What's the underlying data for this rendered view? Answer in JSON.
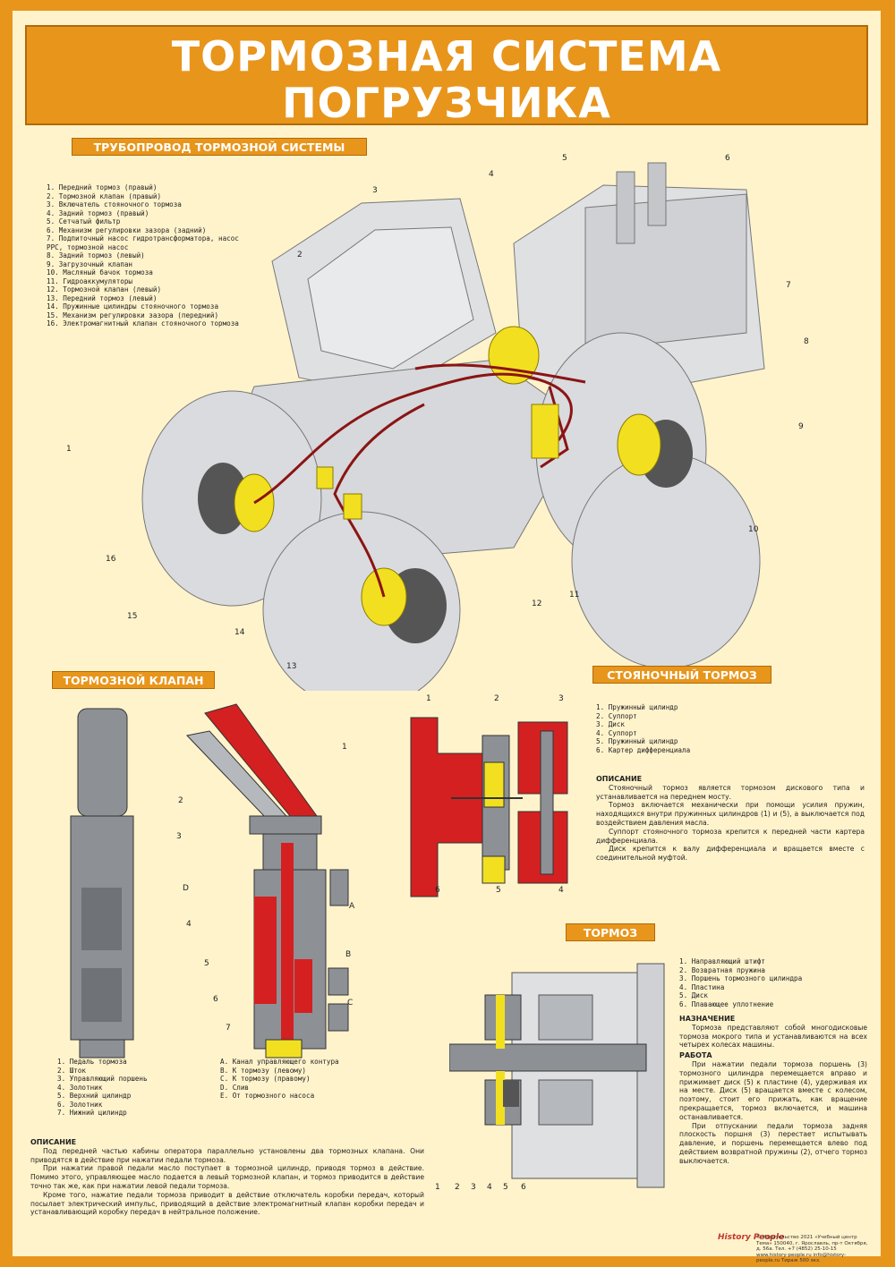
{
  "title": {
    "line1": "ТОРМОЗНАЯ СИСТЕМА",
    "line2": "ПОГРУЗЧИКА"
  },
  "sections": {
    "pipeline": "ТРУБОПРОВОД ТОРМОЗНОЙ СИСТЕМЫ",
    "valve": "ТОРМОЗНОЙ КЛАПАН",
    "parking": "СТОЯНОЧНЫЙ ТОРМОЗ",
    "brake": "ТОРМОЗ"
  },
  "pipeline_list": [
    "1. Передний тормоз (правый)",
    "2. Тормозной клапан (правый)",
    "3. Включатель стояночного тормоза",
    "4. Задний тормоз (правый)",
    "5. Сетчатый фильтр",
    "6. Механизм регулировки зазора (задний)",
    "7. Подпиточный насос гидротрансформатора, насос",
    "   PPC, тормозной насос",
    "8. Задний тормоз (левый)",
    "9. Загрузочный клапан",
    "10. Масляный бачок тормоза",
    "11. Гидроаккумуляторы",
    "12. Тормозной клапан (левый)",
    "13. Передний тормоз (левый)",
    "14. Пружинные цилиндры стояночного тормоза",
    "15. Механизм регулировки зазора (передний)",
    "16. Электромагнитный клапан стояночного тормоза"
  ],
  "loader_callouts": [
    "1",
    "2",
    "3",
    "4",
    "5",
    "6",
    "7",
    "8",
    "9",
    "10",
    "11",
    "12",
    "13",
    "14",
    "15",
    "16"
  ],
  "valve_list": [
    "1. Педаль тормоза",
    "2. Шток",
    "3. Управляющий поршень",
    "4. Золотник",
    "5. Верхний цилиндр",
    "6. Золотник",
    "7. Нижний цилиндр"
  ],
  "valve_ports": [
    "A. Канал управляющего контура",
    "B. К тормозу (левому)",
    "C. К тормозу (правому)",
    "D. Слив",
    "E. От тормозного насоса"
  ],
  "valve_callouts": [
    "1",
    "2",
    "3",
    "D",
    "4",
    "5",
    "6",
    "7",
    "A",
    "B",
    "C"
  ],
  "valve_description": {
    "heading": "ОПИСАНИЕ",
    "paragraphs": [
      "Под передней частью кабины оператора параллельно установлены два тормозных клапана. Они приводятся в действие при нажатии педали тормоза.",
      "При нажатии правой педали масло поступает в тормозной цилиндр, приводя тормоз в действие. Помимо этого, управляющее масло подается в левый тормозной клапан, и тормоз приводится в действие точно так же, как при нажатии левой педали тормоза.",
      "Кроме того, нажатие педали тормоза приводит в действие отключатель коробки передач, который посылает электрический импульс, приводящий в действие электромагнитный клапан коробки передач и устанавливающий коробку передач в нейтральное положение."
    ]
  },
  "parking_list": [
    "1. Пружинный цилиндр",
    "2. Суппорт",
    "3. Диск",
    "4. Суппорт",
    "5. Пружинный цилиндр",
    "6. Картер дифференциала"
  ],
  "parking_callouts": [
    "1",
    "2",
    "3",
    "4",
    "5",
    "6"
  ],
  "parking_description": {
    "heading": "ОПИСАНИЕ",
    "paragraphs": [
      "Стояночный тормоз является тормозом дискового типа и устанавливается на переднем мосту.",
      "Тормоз включается механически при помощи усилия пружин, находящихся внутри пружинных цилиндров (1) и (5), а выключается под воздействием давления масла.",
      "Суппорт стояночного тормоза крепится к передней части картера дифференциала.",
      "Диск крепится к валу дифференциала и вращается вместе с соединительной муфтой."
    ]
  },
  "brake_list": [
    "1. Направляющий штифт",
    "2. Возвратная пружина",
    "3. Поршень тормозного цилиндра",
    "4. Пластина",
    "5. Диск",
    "6. Плавающее уплотнение"
  ],
  "brake_callouts": [
    "1",
    "2",
    "3",
    "4",
    "5",
    "6"
  ],
  "brake_description": {
    "heading1": "НАЗНАЧЕНИЕ",
    "purpose": "Тормоза представляют собой многодисковые тормоза мокрого типа и устанавливаются на всех четырех колесах машины.",
    "heading2": "РАБОТА",
    "paragraphs": [
      "При нажатии педали тормоза поршень (3) тормозного цилиндра перемещается вправо и прижимает диск (5) к пластине (4), удерживая их на месте. Диск (5) вращается вместе с колесом, поэтому, стоит его прижать, как вращение прекращается, тормоз включается, и машина останавливается.",
      "При отпускании педали тормоза задняя плоскость поршня (3) перестает испытывать давление, и поршень перемещается влево под действием возвратной пружины (2), отчего тормоз выключается."
    ]
  },
  "footer": {
    "logo": "History People",
    "text": "© Издательство 2021 «Учебный центр Тема» 150040, г. Ярославль, пр-т Октября, д. 56а. Тел. +7 (4852) 25-10-15 www.history-people.ru info@history-people.ru Тираж 500 экз."
  },
  "colors": {
    "orange": "#e8951c",
    "cream": "#fff3cc",
    "red": "#d42020",
    "yellow": "#f2e020",
    "pipe": "#8b1414",
    "gray": "#8a8e95"
  }
}
